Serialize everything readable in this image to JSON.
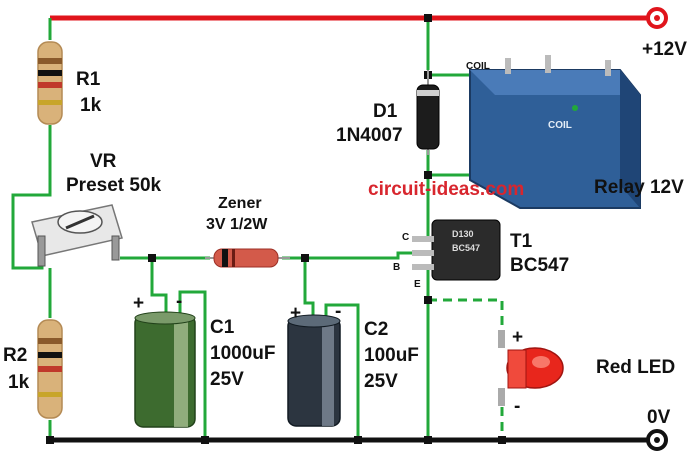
{
  "colors": {
    "positive_rail": "#e0151c",
    "ground_rail": "#111111",
    "wire": "#22a83a",
    "watermark": "#d8262e",
    "relay_body": "#2f5f98",
    "resistor_body": "#d9b27a",
    "c1_body": "#3d6b2f",
    "c2_body": "#2c3540",
    "led": "#e8261c",
    "zener_body": "#d35a4a",
    "transistor_body": "#2b2b2b"
  },
  "terminals": {
    "positive": "+12V",
    "ground": "0V"
  },
  "components": {
    "r1": {
      "ref": "R1",
      "value": "1k"
    },
    "r2": {
      "ref": "R2",
      "value": "1k"
    },
    "vr": {
      "ref": "VR",
      "value": "Preset 50k"
    },
    "zener": {
      "ref": "Zener",
      "value": "3V 1/2W"
    },
    "c1": {
      "ref": "C1",
      "value": "1000uF",
      "rating": "25V",
      "plus": "+",
      "minus": "-"
    },
    "c2": {
      "ref": "C2",
      "value": "100uF",
      "rating": "25V",
      "plus": "+",
      "minus": "-"
    },
    "d1": {
      "ref": "D1",
      "value": "1N4007"
    },
    "relay": {
      "label": "Relay 12V",
      "coil_top": "COIL",
      "coil_body": "COIL"
    },
    "t1": {
      "ref": "T1",
      "value": "BC547",
      "pin_c": "C",
      "pin_b": "B",
      "pin_e": "E",
      "marking_1": "D130",
      "marking_2": "BC547"
    },
    "led": {
      "label": "Red LED",
      "plus": "+",
      "minus": "-"
    }
  },
  "watermark": "circuit-ideas.com",
  "icons": [
    "positive-terminal-icon",
    "ground-terminal-icon",
    "resistor-icon",
    "potentiometer-icon",
    "zener-diode-icon",
    "capacitor-icon",
    "diode-icon",
    "relay-icon",
    "transistor-icon",
    "led-icon"
  ]
}
